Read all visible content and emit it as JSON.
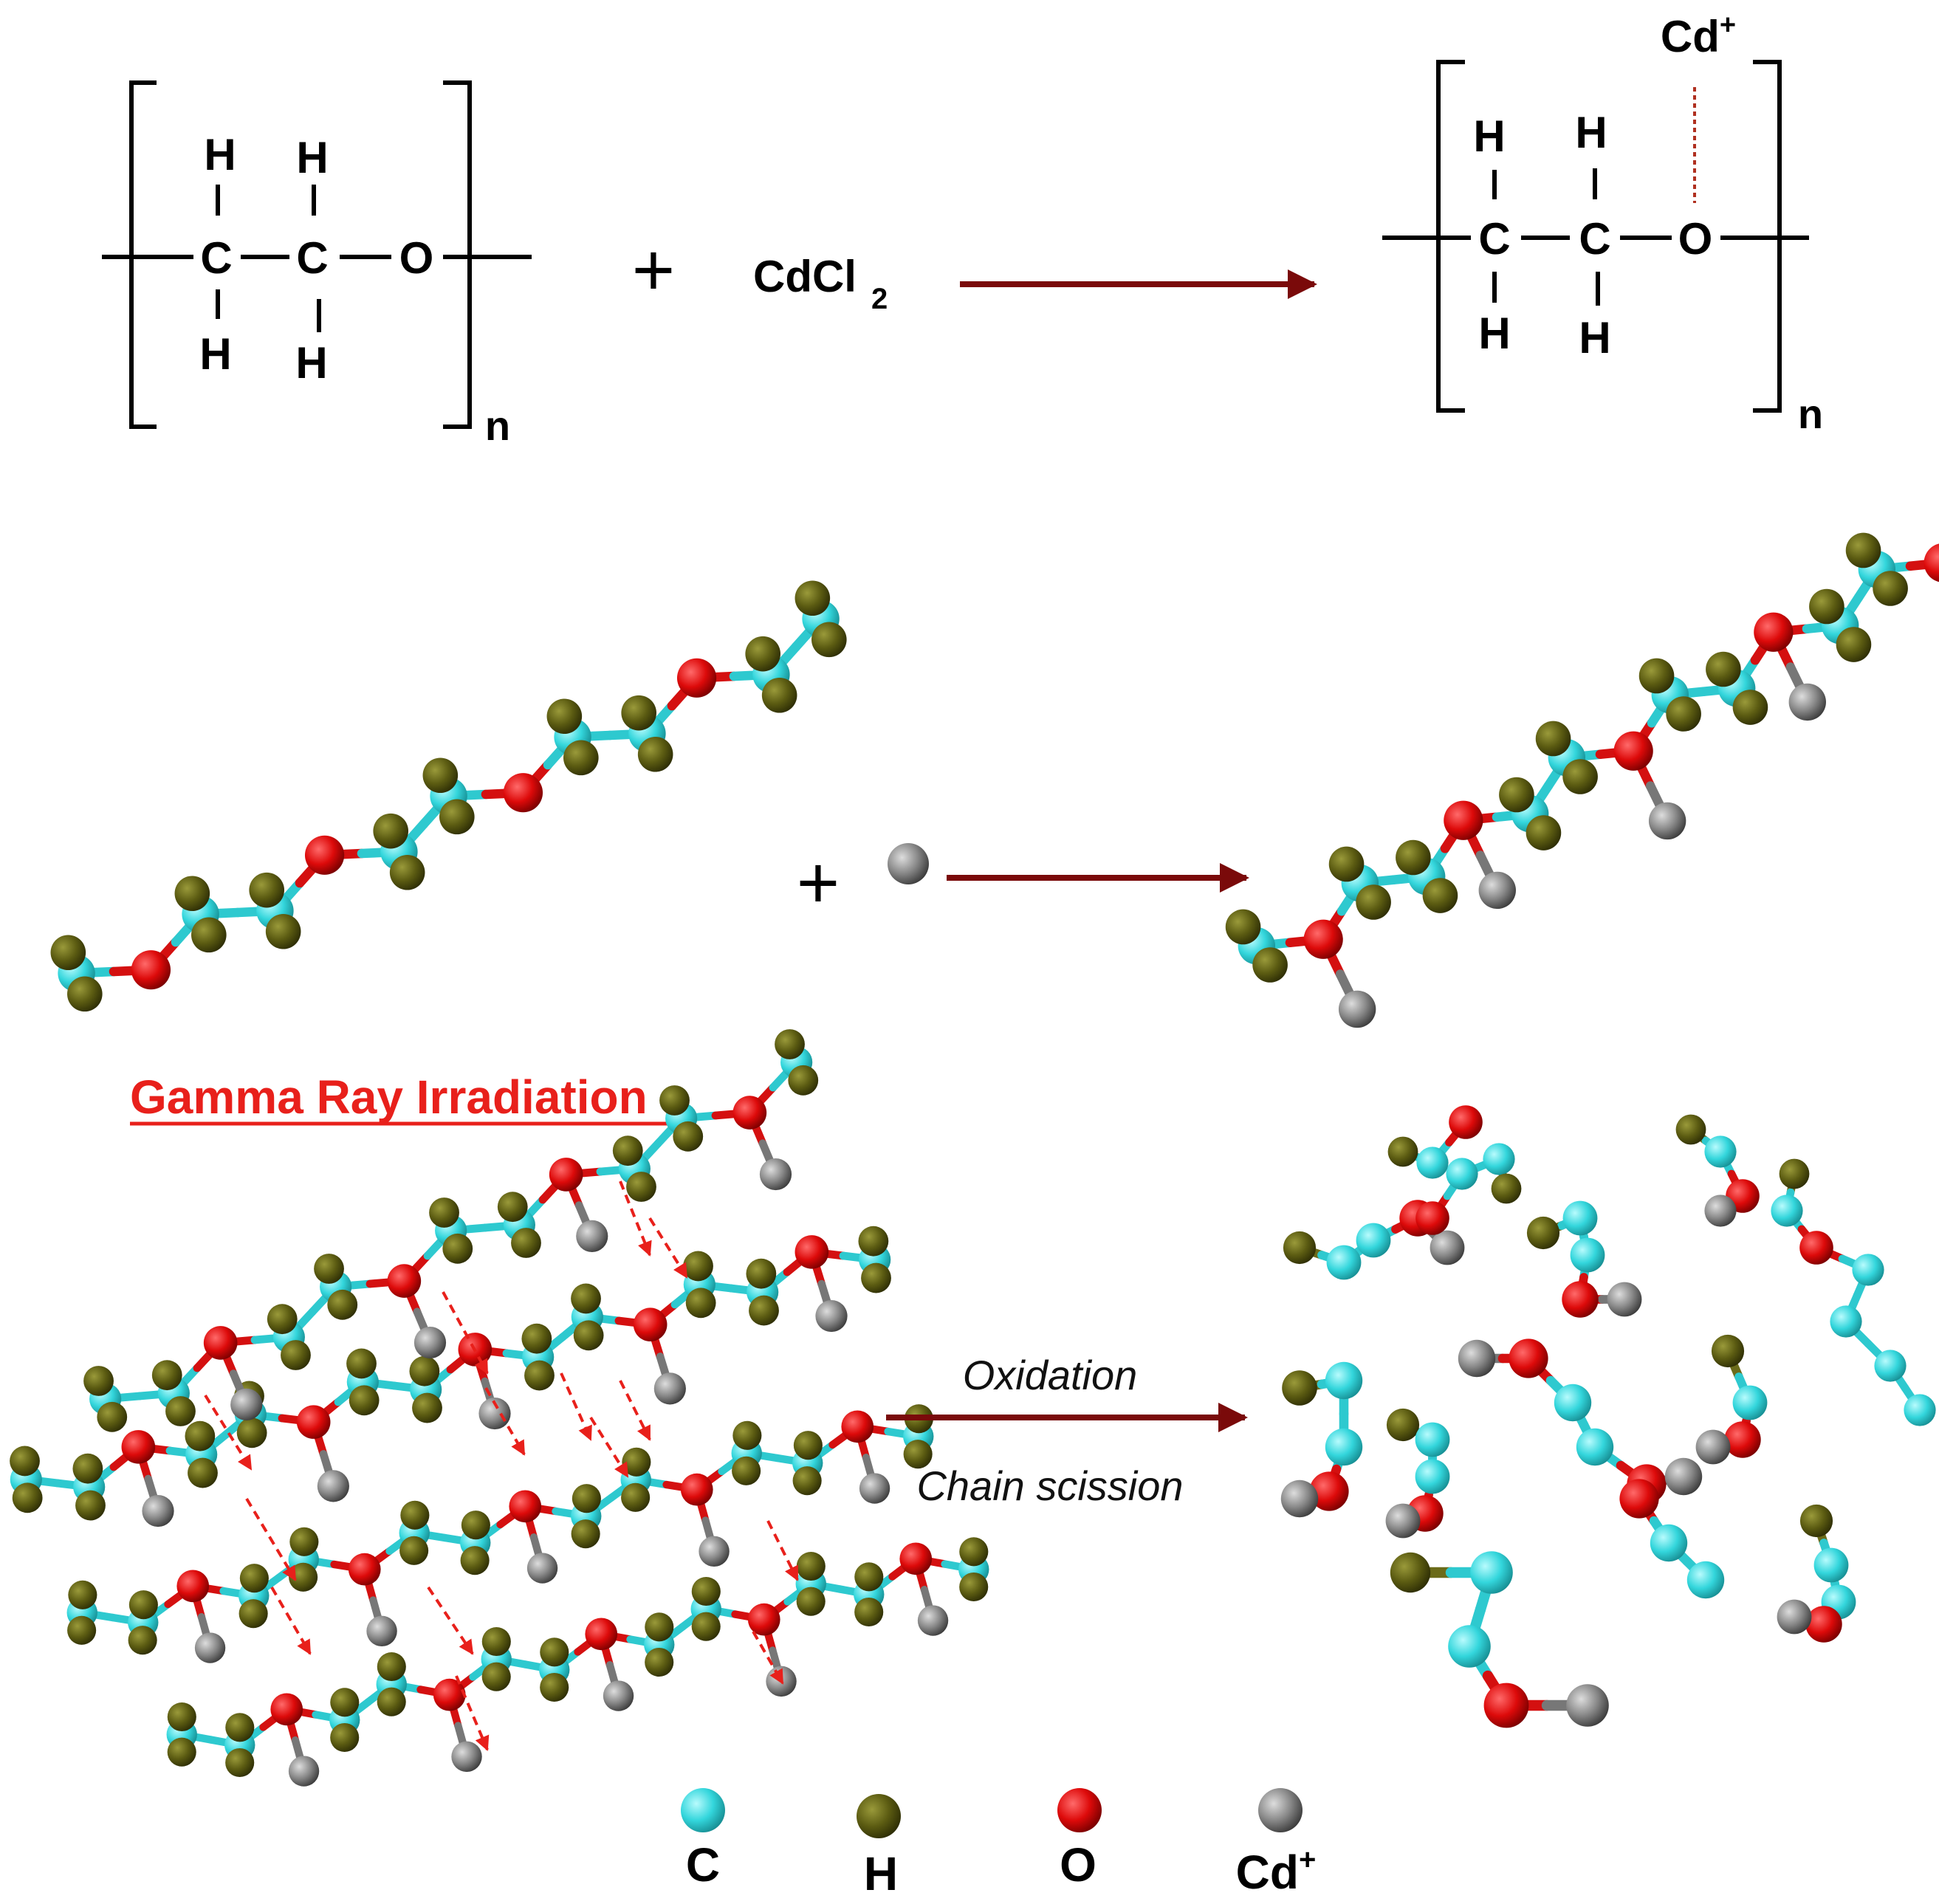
{
  "reaction_top": {
    "atoms_left": {
      "h_top_1": "H",
      "h_top_2": "H",
      "c1": "C",
      "c2": "C",
      "o": "O",
      "h_bot_1": "H",
      "h_bot_2": "H"
    },
    "repeat_left": "n",
    "plus": "+",
    "reagent": "CdCl",
    "reagent_sub": "2",
    "atoms_right": {
      "cd": "Cd",
      "cd_charge": "+",
      "h_top_1": "H",
      "h_top_2": "H",
      "c1": "C",
      "c2": "C",
      "o": "O",
      "h_bot_1": "H",
      "h_bot_2": "H"
    },
    "repeat_right": "n"
  },
  "reaction_middle": {
    "plus": "+"
  },
  "irradiation": {
    "heading": "Gamma Ray Irradiation",
    "arrow_label_top": "Oxidation",
    "arrow_label_bottom": "Chain scission"
  },
  "legend": [
    {
      "symbol": "C",
      "charge": "",
      "icon": "carbon-atom-sphere",
      "color": "#33d6dc"
    },
    {
      "symbol": "H",
      "charge": "",
      "icon": "hydrogen-atom-sphere",
      "color": "#4a4a0a"
    },
    {
      "symbol": "O",
      "charge": "",
      "icon": "oxygen-atom-sphere",
      "color": "#c00000"
    },
    {
      "symbol": "Cd",
      "charge": "+",
      "icon": "cadmium-ion-sphere",
      "color": "#555555"
    }
  ],
  "colors": {
    "arrow": "#7a0a0a",
    "heading": "#e8201b",
    "scission_arrow": "#e8201b",
    "bond_cd": "#b03020"
  }
}
